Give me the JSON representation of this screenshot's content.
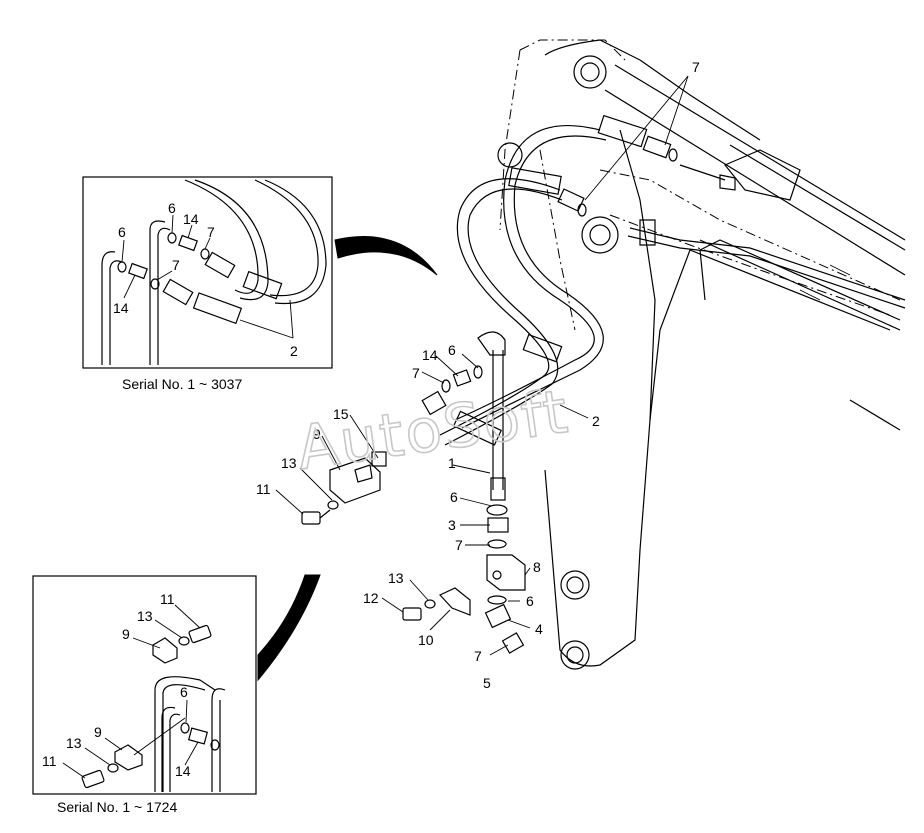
{
  "diagram": {
    "watermark": "AutoSoft",
    "main_labels": {
      "l7top": "7",
      "l2right": "2",
      "l14": "14",
      "l6": "6",
      "l7a": "7",
      "l15": "15",
      "l9": "9",
      "l13": "13",
      "l11": "11",
      "l1": "1",
      "l6b": "6",
      "l3": "3",
      "l7b": "7",
      "l8": "8",
      "l6c": "6",
      "l4": "4",
      "l7c": "7",
      "l5": "5",
      "l13b": "13",
      "l12": "12",
      "l10": "10"
    },
    "inset_top": {
      "caption": "Serial No. 1 ~ 3037",
      "labels": {
        "l6a": "6",
        "l6b": "6",
        "l14a": "14",
        "l7a": "7",
        "l7b": "7",
        "l14b": "14",
        "l2": "2"
      }
    },
    "inset_bottom": {
      "caption": "Serial No. 1 ~ 1724",
      "labels": {
        "l11a": "11",
        "l13a": "13",
        "l9a": "9",
        "l6": "6",
        "l9b": "9",
        "l13b": "13",
        "l11b": "11",
        "l14": "14"
      }
    }
  }
}
